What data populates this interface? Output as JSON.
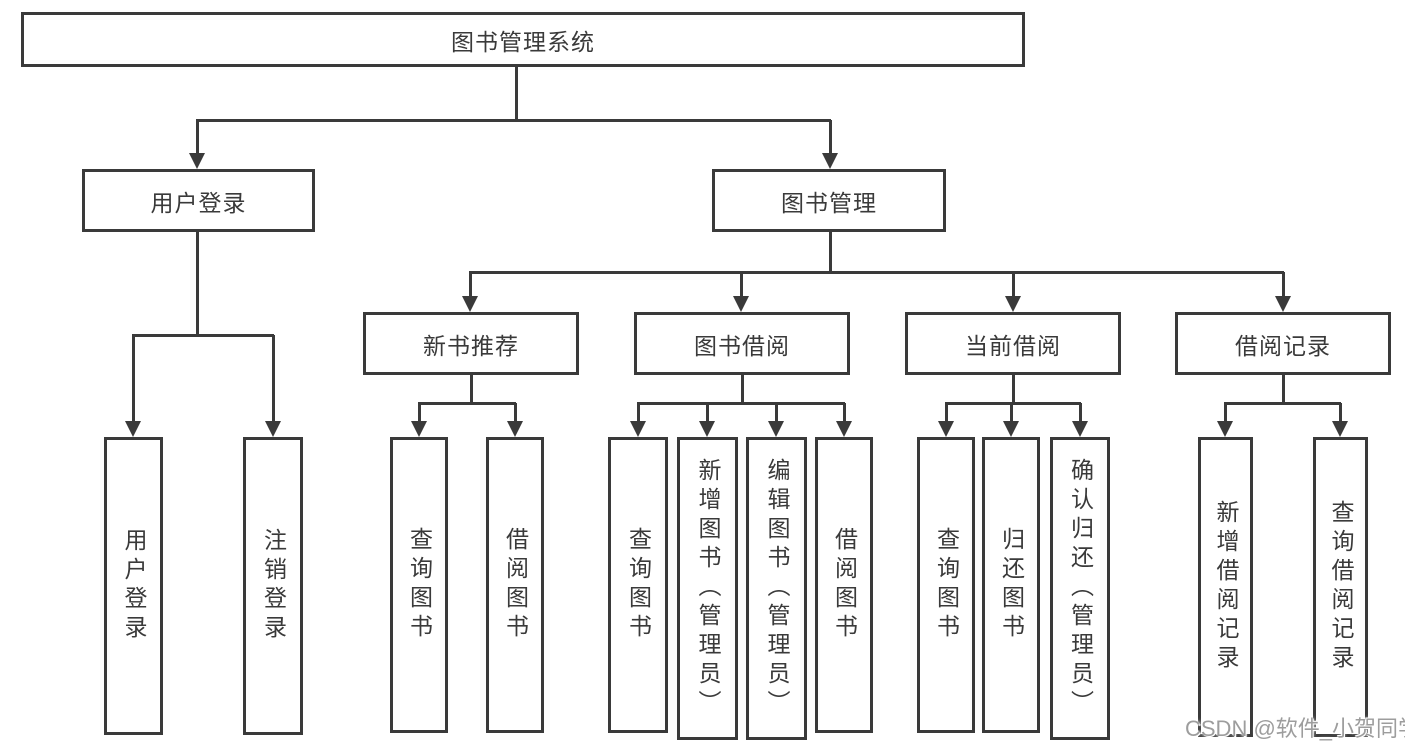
{
  "diagram_title": "图书管理系统",
  "colors": {
    "background": "#ffffff",
    "box_border": "#3a3a3a",
    "line": "#3a3a3a",
    "text": "#3a3a3a",
    "watermark_text": "#9d9d9d"
  },
  "nodes": {
    "root": {
      "label": "图书管理系统"
    },
    "user_login": {
      "label": "用户登录"
    },
    "book_management": {
      "label": "图书管理"
    },
    "new_book_recommend": {
      "label": "新书推荐"
    },
    "book_borrow": {
      "label": "图书借阅"
    },
    "current_borrow": {
      "label": "当前借阅"
    },
    "borrow_record": {
      "label": "借阅记录"
    },
    "leaf_user_login": {
      "label": "用户登录"
    },
    "leaf_logout": {
      "label": "注销登录"
    },
    "leaf_query_book_1": {
      "label": "查询图书"
    },
    "leaf_borrow_book_1": {
      "label": "借阅图书"
    },
    "leaf_query_book_2": {
      "label": "查询图书"
    },
    "leaf_add_book": {
      "label": "新增图书（管理员）"
    },
    "leaf_edit_book": {
      "label": "编辑图书（管理员）"
    },
    "leaf_borrow_book_2": {
      "label": "借阅图书"
    },
    "leaf_query_book_3": {
      "label": "查询图书"
    },
    "leaf_return_book": {
      "label": "归还图书"
    },
    "leaf_confirm_return": {
      "label": "确认归还（管理员）"
    },
    "leaf_add_record": {
      "label": "新增借阅记录"
    },
    "leaf_query_record": {
      "label": "查询借阅记录"
    }
  },
  "hierarchy": {
    "label": "图书管理系统",
    "children": [
      {
        "label": "用户登录",
        "children": [
          {
            "label": "用户登录"
          },
          {
            "label": "注销登录"
          }
        ]
      },
      {
        "label": "图书管理",
        "children": [
          {
            "label": "新书推荐",
            "children": [
              {
                "label": "查询图书"
              },
              {
                "label": "借阅图书"
              }
            ]
          },
          {
            "label": "图书借阅",
            "children": [
              {
                "label": "查询图书"
              },
              {
                "label": "新增图书（管理员）"
              },
              {
                "label": "编辑图书（管理员）"
              },
              {
                "label": "借阅图书"
              }
            ]
          },
          {
            "label": "当前借阅",
            "children": [
              {
                "label": "查询图书"
              },
              {
                "label": "归还图书"
              },
              {
                "label": "确认归还（管理员）"
              }
            ]
          },
          {
            "label": "借阅记录",
            "children": [
              {
                "label": "新增借阅记录"
              },
              {
                "label": "查询借阅记录"
              }
            ]
          }
        ]
      }
    ]
  },
  "watermark": {
    "text": "CSDN @软件_小贺同学"
  }
}
